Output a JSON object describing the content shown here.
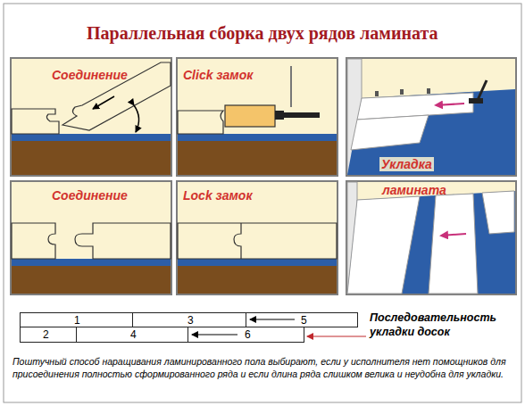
{
  "diagram": {
    "title": "Параллельная сборка двух рядов ламината",
    "caption": "Поштучный способ наращивания ламинированного пола выбирают, если у исполнителя нет помощников для присоединения полностью сформированного ряда и если длина ряда слишком велика и неудобна для укладки.",
    "nodes": [
      {
        "text": [
          "1"
        ]
      },
      {
        "text": [
          "3"
        ]
      },
      {
        "text": [
          "5"
        ]
      },
      {
        "text": [
          "2"
        ]
      },
      {
        "text": [
          "4"
        ]
      },
      {
        "text": [
          "6"
        ]
      }
    ],
    "labels": [
      "Соединение",
      "Click замок",
      "Укладка",
      "ламината",
      "Соединение",
      "Lock замок",
      "Последовательность укладки досок"
    ]
  }
}
